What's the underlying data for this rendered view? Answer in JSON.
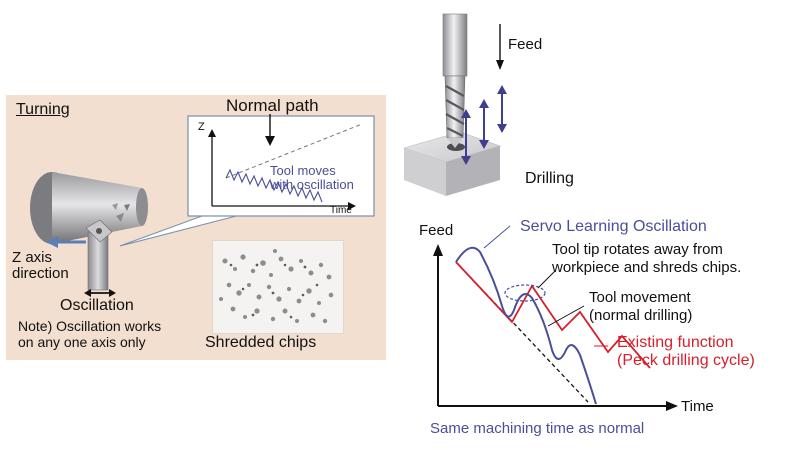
{
  "turning": {
    "title": "Turning",
    "normal_path_label": "Normal path",
    "inset": {
      "axis_y": "Z",
      "axis_x": "Time",
      "tool_moves_line1": "Tool moves",
      "tool_moves_line2": "with oscillation"
    },
    "z_axis_line1": "Z axis",
    "z_axis_line2": "direction",
    "oscillation_label": "Oscillation",
    "note_line1": "Note) Oscillation works",
    "note_line2": "on any one axis only",
    "chips_label": "Shredded chips"
  },
  "drilling": {
    "feed_label": "Feed",
    "title": "Drilling"
  },
  "graph": {
    "y_axis_label": "Feed",
    "x_axis_label": "Time",
    "servo_label": "Servo Learning Oscillation",
    "tip_line1": "Tool tip rotates away from",
    "tip_line2": "workpiece and shreds chips.",
    "movement_line1": "Tool movement",
    "movement_line2": "(normal drilling)",
    "existing_line1": "Existing function",
    "existing_line2": "(Peck drilling cycle)",
    "bottom_caption": "Same machining time as normal"
  },
  "colors": {
    "panel_bg": "#f2dfcf",
    "blue": "#4a4f9a",
    "red": "#d61f2a",
    "inset_border": "#7a8fae"
  }
}
